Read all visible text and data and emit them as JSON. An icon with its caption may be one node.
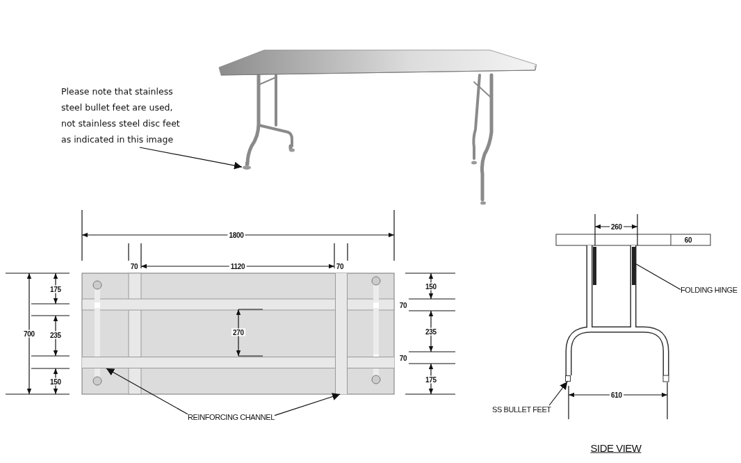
{
  "diagram": {
    "nodes": [
      {
        "text": [
          "Please note that stainless steel bullet feet are used, not stainless steel disc feet as indicated in this image"
        ]
      },
      {
        "text": [],
        "shape": "bar"
      },
      {
        "text": [
          "REINFORCING CHANNEL"
        ]
      },
      {
        "text": [],
        "shape": "bar"
      },
      {
        "text": [],
        "shape": "bar"
      },
      {
        "text": [
          "FOLDING HINGE"
        ]
      },
      {
        "text": [],
        "shape": "bar"
      },
      {
        "text": [
          "SS BULLET FEET"
        ]
      },
      {
        "text": [],
        "shape": "bar"
      }
    ],
    "edges": [
      {
        "from": 0,
        "to": 1,
        "arrow": "to"
      },
      {
        "from": 2,
        "to": 3,
        "arrow": "to"
      },
      {
        "from": 2,
        "to": 4,
        "arrow": "to"
      },
      {
        "from": 5,
        "to": 6,
        "arrow": "none"
      },
      {
        "from": 7,
        "to": 8,
        "arrow": "to"
      }
    ],
    "labels": [
      "1800",
      "70",
      "1120",
      "70",
      "260",
      "60",
      "700",
      "175",
      "235",
      "150",
      "270",
      "150",
      "70",
      "235",
      "70",
      "175",
      "610",
      "SIDE VIEW"
    ]
  }
}
